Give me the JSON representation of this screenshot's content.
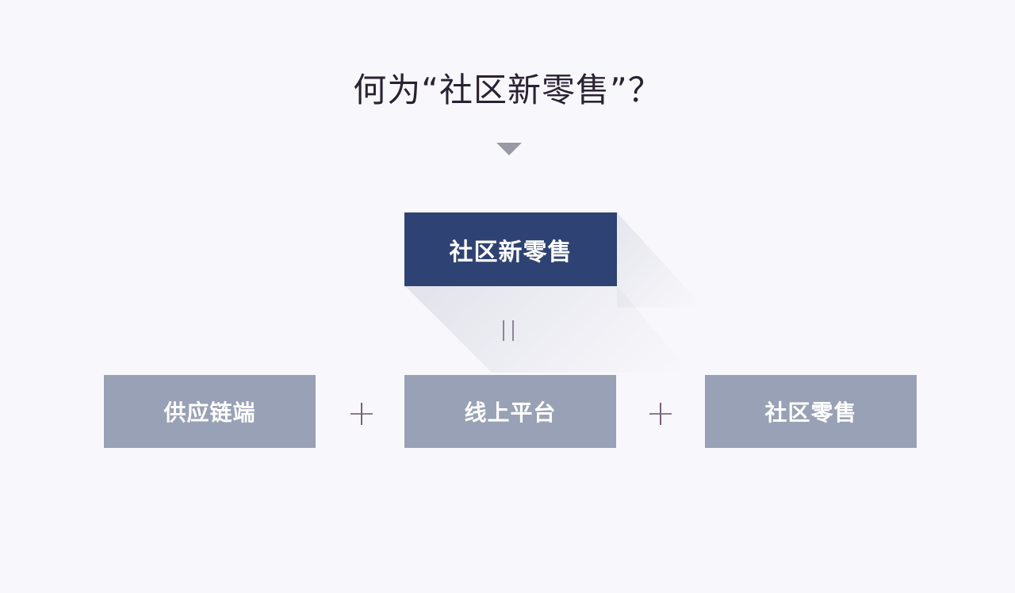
{
  "title": "何为“社区新零售”？",
  "main_box": {
    "label": "社区新零售",
    "color": "#2e4373"
  },
  "equals_symbol": "=",
  "components": [
    {
      "label": "供应链端",
      "color": "#98a1b5"
    },
    {
      "label": "线上平台",
      "color": "#98a1b5"
    },
    {
      "label": "社区零售",
      "color": "#98a1b5"
    }
  ],
  "operator": "+"
}
